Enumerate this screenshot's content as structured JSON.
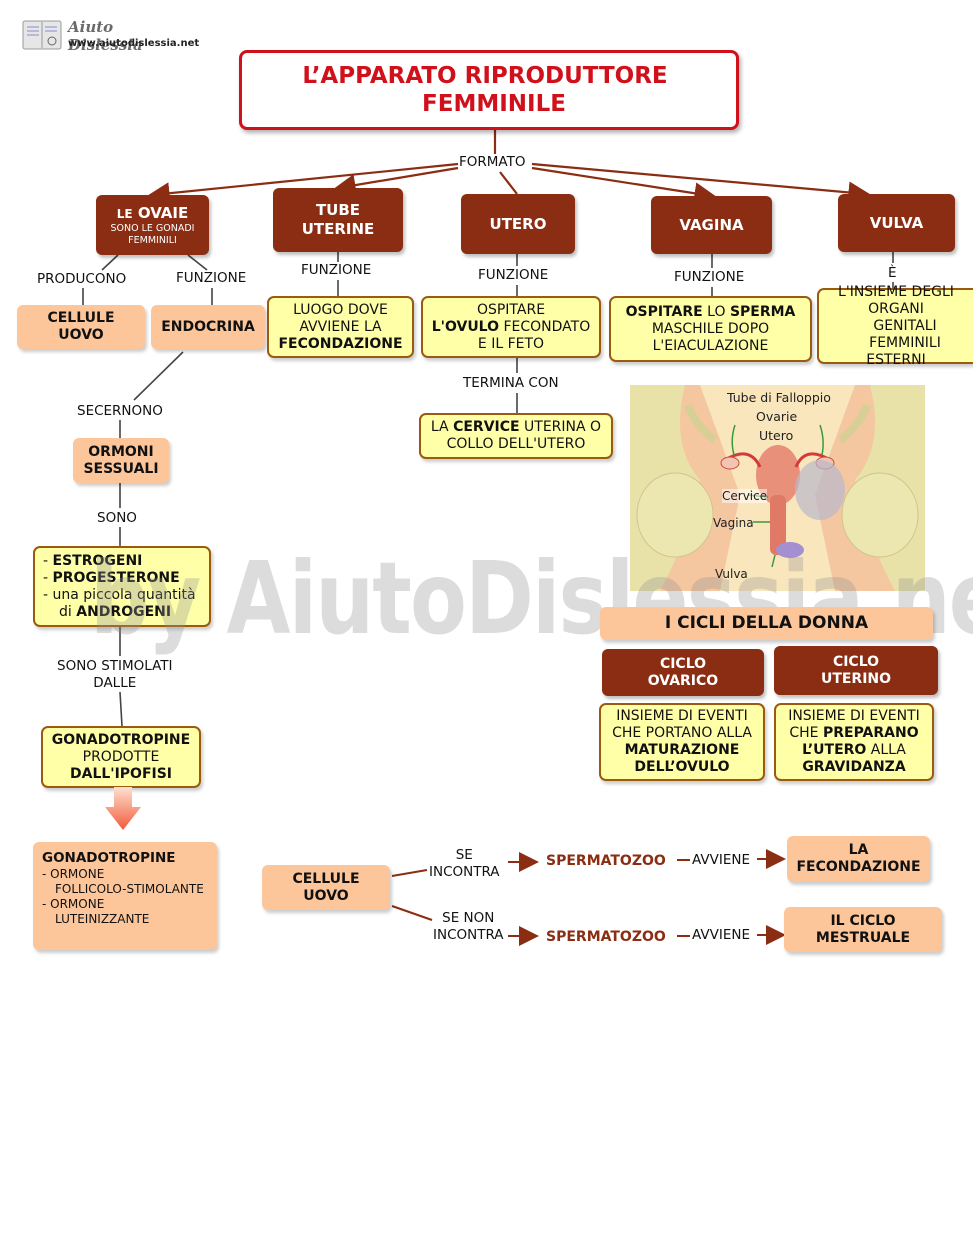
{
  "logo": {
    "name": "Aiuto Dislessia",
    "url": "www.aiutodislessia.net"
  },
  "title": {
    "line1": "L’APPARATO RIPRODUTTORE",
    "line2": "FEMMINILE"
  },
  "formato": "FORMATO",
  "organs": {
    "ovaie": {
      "title_le": "LE",
      "title": "OVAIE",
      "subtitle": "SONO LE GONADI FEMMINILI"
    },
    "tube": {
      "line1": "TUBE",
      "line2": "UTERINE"
    },
    "utero": "UTERO",
    "vagina": "VAGINA",
    "vulva": "VULVA"
  },
  "links": {
    "producono": "PRODUCONO",
    "funzione_ovaie": "FUNZIONE",
    "funzione_tube": "FUNZIONE",
    "funzione_utero": "FUNZIONE",
    "funzione_vagina": "FUNZIONE",
    "e_vulva": "È",
    "termina_con": "TERMINA CON",
    "secernono": "SECERNONO",
    "sono": "SONO",
    "stimolati_1": "SONO STIMOLATI",
    "stimolati_2": "DALLE"
  },
  "boxes": {
    "cellule_uovo": {
      "line1": "CELLULE",
      "line2": "UOVO"
    },
    "endocrina": "ENDOCRINA",
    "tube_func": {
      "line1": "LUOGO DOVE",
      "line2": "AVVIENE LA",
      "line3": "FECONDAZIONE"
    },
    "utero_func": {
      "line1": "OSPITARE",
      "line2a": "L'OVULO",
      "line2b": " FECONDATO",
      "line3": "E IL FETO"
    },
    "cervice": {
      "line1a": "LA ",
      "line1b": "CERVICE",
      "line1c": " UTERINA O",
      "line2": "COLLO DELL'UTERO"
    },
    "vagina_func": {
      "line1a": "OSPITARE",
      "line1b": " LO ",
      "line1c": "SPERMA",
      "line2": "MASCHILE DOPO",
      "line3": "L'EIACULAZIONE"
    },
    "vulva_func": {
      "line1": "L'INSIEME DEGLI",
      "line2": "ORGANI",
      "line3": "GENITALI FEMMINILI",
      "line4": "ESTERNI"
    },
    "ormoni": {
      "line1": "ORMONI",
      "line2": "SESSUALI"
    },
    "hormones": {
      "h1": "ESTROGENI",
      "h2": "PROGESTERONE",
      "h3a": "una piccola quantità",
      "h3b": "di ",
      "h3c": "ANDROGENI",
      "dash": "- "
    },
    "gonadotropine": {
      "line1": "GONADOTROPINE",
      "line2": "PRODOTTE",
      "line3": "DALL'IPOFISI"
    },
    "gonado_detail": {
      "title": "GONADOTROPINE",
      "l1": "- ORMONE",
      "l2": "FOLLICOLO-STIMOLANTE",
      "l3": "- ORMONE",
      "l4": "LUTEINIZZANTE"
    }
  },
  "anatomy_labels": {
    "tube": "Tube di Falloppio",
    "ovarie": "Ovarie",
    "utero": "Utero",
    "cervice": "Cervice",
    "vagina": "Vagina",
    "vulva": "Vulva"
  },
  "cycles": {
    "title": "I CICLI DELLA DONNA",
    "ovarico": {
      "line1": "CICLO",
      "line2": "OVARICO"
    },
    "uterino": {
      "line1": "CICLO",
      "line2": "UTERINO"
    },
    "ovarico_desc": {
      "line1": "INSIEME DI EVENTI",
      "line2": "CHE PORTANO ALLA",
      "line3": "MATURAZIONE",
      "line4": "DELL’OVULO"
    },
    "uterino_desc": {
      "line1": "INSIEME DI EVENTI",
      "line2a": "CHE ",
      "line2b": "PREPARANO",
      "line3a": "L’UTERO",
      "line3b": " ALLA",
      "line4": "GRAVIDANZA"
    }
  },
  "bottom": {
    "cellule": {
      "line1": "CELLULE",
      "line2": "UOVO"
    },
    "se_incontra": {
      "line1": "SE",
      "line2": "INCONTRA"
    },
    "se_non_incontra": {
      "line1": "SE NON",
      "line2": "INCONTRA"
    },
    "spermatozoo_1": "SPERMATOZOO",
    "spermatozoo_2": "SPERMATOZOO",
    "avviene_1": "AVVIENE",
    "avviene_2": "AVVIENE",
    "fecondazione": {
      "line1": "LA",
      "line2": "FECONDAZIONE"
    },
    "ciclo_mestruale": {
      "line1": "IL CICLO",
      "line2": "MESTRUALE"
    }
  },
  "watermark": "by AiutoDislessia.net",
  "colors": {
    "dark": "#8b2d12",
    "yellow": "#ffffa8",
    "peach": "#fcc69a",
    "title_red": "#d0101a"
  }
}
